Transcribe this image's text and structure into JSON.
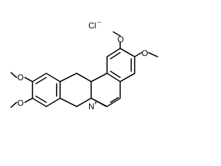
{
  "molecule": {
    "counterion": {
      "element": "Cl",
      "charge": "−"
    },
    "ring_nitrogen": {
      "element": "N",
      "charge": "+"
    },
    "methoxy_oxygens": [
      "O",
      "O",
      "O",
      "O"
    ]
  }
}
